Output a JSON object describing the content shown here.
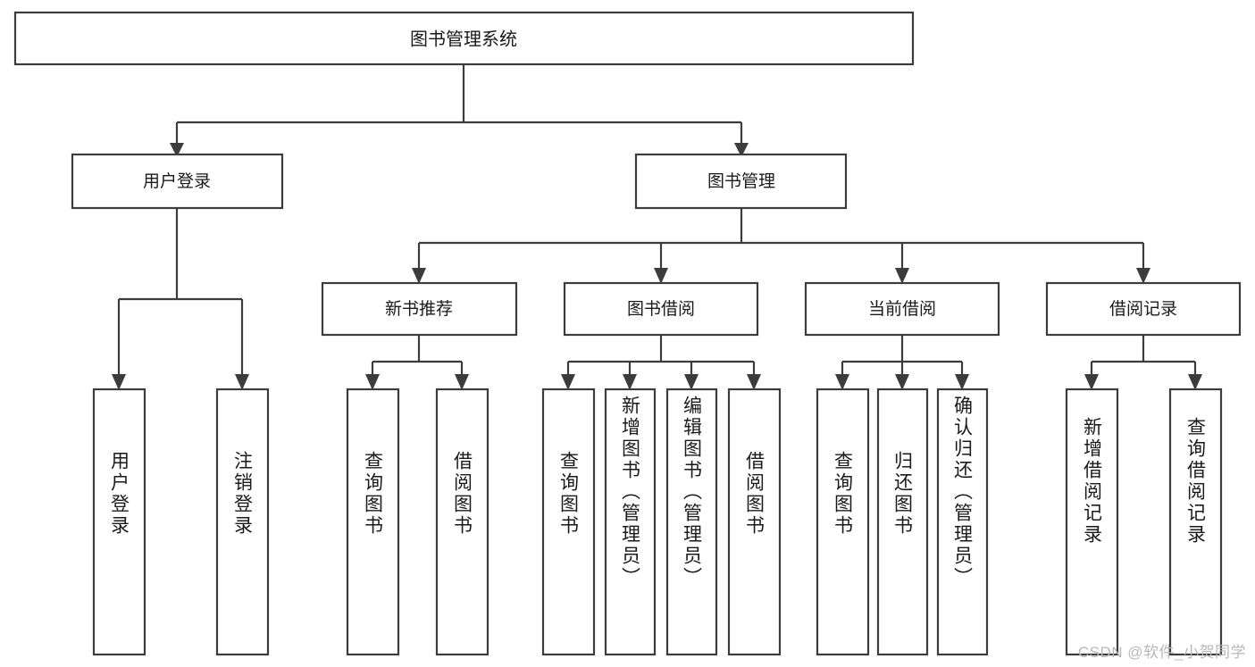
{
  "diagram": {
    "title": "图书管理系统",
    "type": "tree-hierarchy-diagram",
    "colors": {
      "stroke": "#3c3c3c",
      "fill": "#ffffff",
      "text": "#1a1a1a",
      "watermark": "#b8b8b8",
      "background": "#ffffff"
    },
    "root": {
      "label": "图书管理系统"
    },
    "level2": [
      {
        "label": "用户登录"
      },
      {
        "label": "图书管理"
      }
    ],
    "level3": [
      {
        "label": "新书推荐"
      },
      {
        "label": "图书借阅"
      },
      {
        "label": "当前借阅"
      },
      {
        "label": "借阅记录"
      }
    ],
    "leaves": {
      "user_login": [
        {
          "label": "用户登录"
        },
        {
          "label": "注销登录"
        }
      ],
      "new_book_recommend": [
        {
          "label": "查询图书"
        },
        {
          "label": "借阅图书"
        }
      ],
      "book_borrow": [
        {
          "label": "查询图书"
        },
        {
          "label": "新增图书（管理员）"
        },
        {
          "label": "编辑图书（管理员）"
        },
        {
          "label": "借阅图书"
        }
      ],
      "current_borrow": [
        {
          "label": "查询图书"
        },
        {
          "label": "归还图书"
        },
        {
          "label": "确认归还（管理员）"
        }
      ],
      "borrow_record": [
        {
          "label": "新增借阅记录"
        },
        {
          "label": "查询借阅记录"
        }
      ]
    }
  },
  "watermark": {
    "text": "CSDN @软件_小贺同学"
  }
}
